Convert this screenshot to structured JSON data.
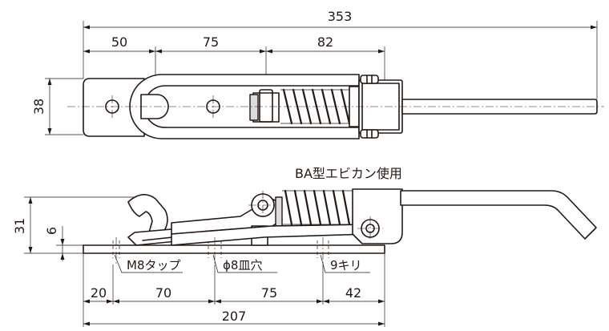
{
  "top_view": {
    "dims": {
      "overall": "353",
      "seg1": "50",
      "seg2": "75",
      "seg3": "82",
      "height": "38"
    }
  },
  "side_view": {
    "title": "BA型エビカン使用",
    "dims": {
      "height": "31",
      "base": "6",
      "d1": "20",
      "d2": "70",
      "d3": "75",
      "d4": "42",
      "overall": "207"
    },
    "callouts": {
      "tap": "M8タップ",
      "countersink": "ϕ8皿穴",
      "drill": "9キリ"
    }
  }
}
